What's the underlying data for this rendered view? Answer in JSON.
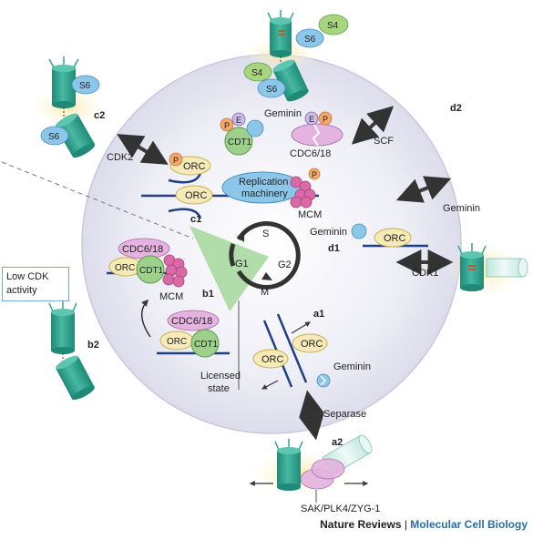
{
  "labels": {
    "c2": "c2",
    "c1": "c1",
    "d1": "d1",
    "d2": "d2",
    "a1": "a1",
    "a2": "a2",
    "b1": "b1",
    "b2": "b2",
    "S": "S",
    "G1": "G1",
    "G2": "G2",
    "M": "M",
    "cdk2": "CDK2",
    "cdk1": "CDK1",
    "scf": "SCF",
    "separase": "Separase",
    "geminin": "Geminin",
    "orc": "ORC",
    "cdt1": "CDT1",
    "cdc6_18": "CDC6/18",
    "mcm": "MCM",
    "replication_machinery_1": "Replication",
    "replication_machinery_2": "machinery",
    "licensed_state_1": "Licensed",
    "licensed_state_2": "state",
    "s4": "S4",
    "s6": "S6",
    "p": "P",
    "e": "E",
    "sak": "SAK/PLK4/ZYG-1",
    "low_cdk_1": "Low CDK",
    "low_cdk_2": "activity"
  },
  "footer": {
    "journal": "Nature Reviews",
    "separator": " | ",
    "section": "Molecular Cell Biology"
  },
  "colors": {
    "cell_fill": "#e7e7f2",
    "centriole": "#2fa58f",
    "orc_fill": "#f6eab8",
    "orc_stroke": "#c9b04a",
    "cdt1_fill": "#9dd08a",
    "cdc6_fill": "#e4b3e0",
    "mcm_fill": "#d96aa6",
    "geminin_fill": "#8cc7ea",
    "phospho_fill": "#f5a86a",
    "s4_fill": "#a8d67e",
    "triangle_fill": "#a7d9a0",
    "arrow": "#3a3a3a",
    "dna": "#1f3f8a"
  }
}
